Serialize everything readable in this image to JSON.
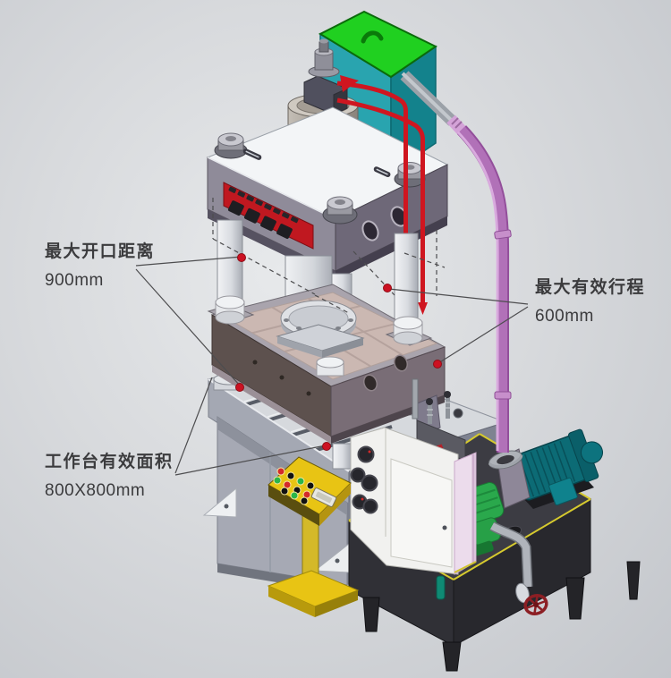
{
  "callouts": {
    "max_opening": {
      "label": "最大开口距离",
      "value": "900mm"
    },
    "max_stroke": {
      "label": "最大有效行程",
      "value": "600mm"
    },
    "worktable_area": {
      "label": "工作台有效面积",
      "value": "800X800mm"
    }
  },
  "colors": {
    "label_text": "#3b3b3d",
    "callout_dot": "#cc1122",
    "leader_line": "#4d4d4f",
    "nameplate_red": "#c01820",
    "reservoir_teal": "#29a4af",
    "reservoir_side_teal": "#13828c",
    "reservoir_lid_green": "#20d020",
    "hose_purple": "#b171b8",
    "hydraulic_line_red": "#cf1620",
    "pendant_yellow": "#e8c414",
    "motor_teal": "#0c6b75",
    "pump_green": "#2aa84c",
    "tank_dark": "#303036",
    "tank_trim_yellow": "#d6ca2e",
    "cabinet_pink": "#ecdcec"
  }
}
